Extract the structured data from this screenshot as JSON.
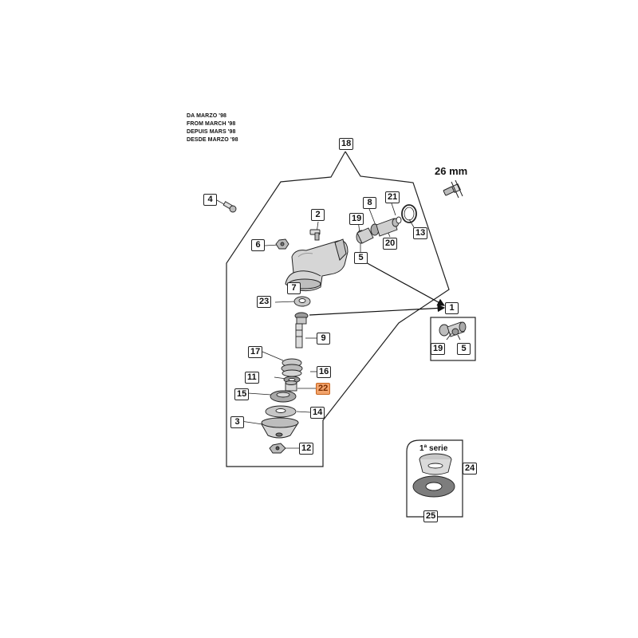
{
  "header_lines": [
    "DA MARZO '98",
    "FROM MARCH '98",
    "DEPUIS MARS '98",
    "DESDE MARZO '98"
  ],
  "dimension_label": "26 mm",
  "first_series_label": "1ª serie",
  "highlight_color": "#f2a36b",
  "callouts": {
    "c1": "1",
    "c2": "2",
    "c3": "3",
    "c4": "4",
    "c5a": "5",
    "c5b": "5",
    "c6": "6",
    "c7": "7",
    "c8": "8",
    "c9": "9",
    "c11": "11",
    "c12": "12",
    "c13": "13",
    "c14": "14",
    "c15": "15",
    "c16": "16",
    "c17": "17",
    "c18": "18",
    "c19a": "19",
    "c19b": "19",
    "c20": "20",
    "c21": "21",
    "c22": "22",
    "c23": "23",
    "c24": "24",
    "c25": "25"
  }
}
